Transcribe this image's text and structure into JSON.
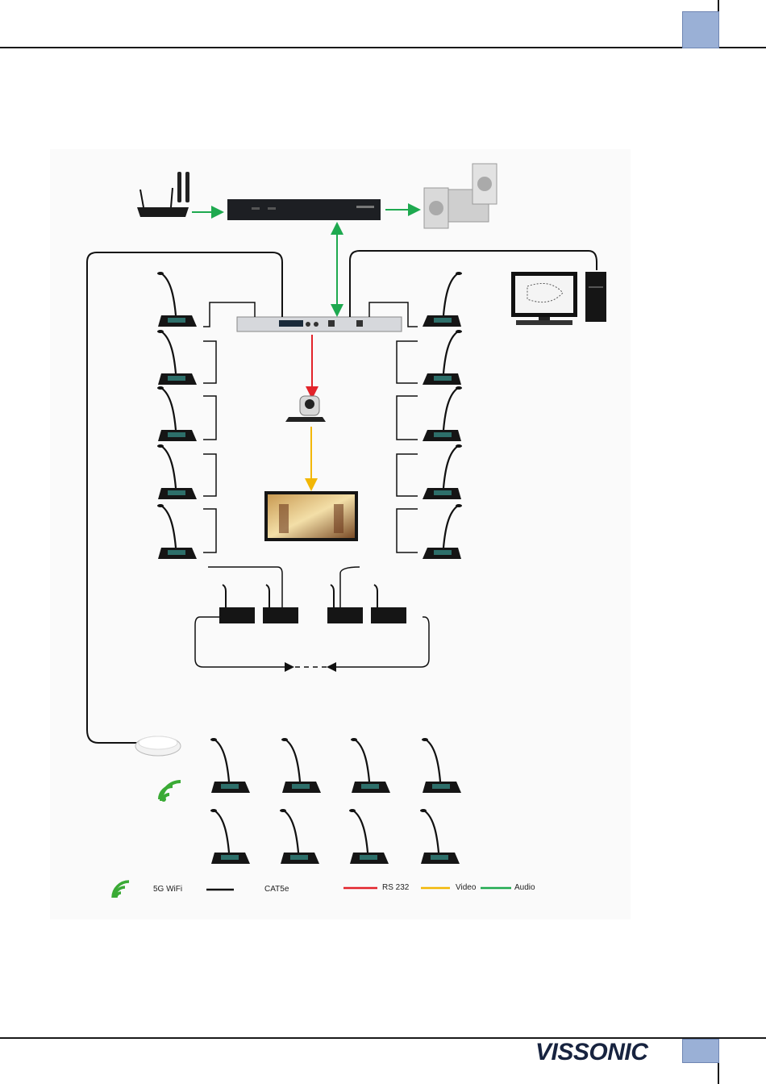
{
  "colors": {
    "rs232": "#e2232a",
    "video": "#f2b705",
    "audio": "#1ea94f",
    "cat5e": "#111111",
    "wifi": "#3aaa35",
    "tab": "#9ab0d6"
  },
  "legend": {
    "wifi": "5G WiFi",
    "cat5e": "CAT5e",
    "rs232": "RS 232",
    "video": "Video",
    "audio": "Audio"
  },
  "brand": {
    "logo": "VISSONIC"
  },
  "icons": {
    "wireless": "wireless-receiver-icon",
    "processor": "audio-processor-icon",
    "speakers": "speaker-system-icon",
    "controller": "conference-controller-icon",
    "computer": "computer-icon",
    "camera": "ptz-camera-icon",
    "display": "display-screen-icon",
    "accessPoint": "wifi-access-point-icon",
    "mic": "microphone-unit-icon"
  }
}
